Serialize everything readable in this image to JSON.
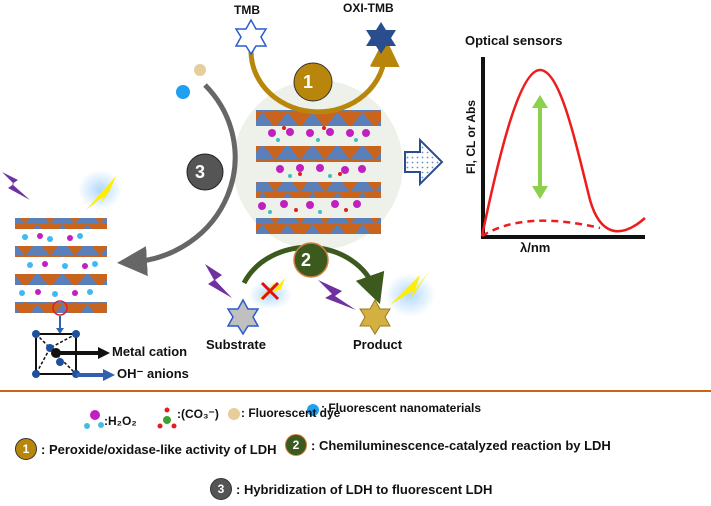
{
  "labels": {
    "tmb": "TMB",
    "oxi_tmb": "OXI-TMB",
    "optical_sensors": "Optical sensors",
    "y_axis": "Fl, CL or Abs",
    "x_axis": "λ/nm",
    "substrate": "Substrate",
    "product": "Product",
    "metal_cation": "Metal cation",
    "oh_anions": "OH⁻ anions"
  },
  "badges": {
    "one": "1",
    "two": "2",
    "three": "3"
  },
  "colors": {
    "gold": "#b8860b",
    "green": "#3c5a1e",
    "gray": "#555555",
    "red": "#ee1c1c",
    "lime": "#8bd14b",
    "divider": "#c8641e",
    "blue": "#3060b0"
  },
  "legend": {
    "h2o2": ":H₂O₂",
    "co3": ":(CO₃⁻)",
    "dye": ": Fluorescent dye",
    "nano": ": Fluorescent nanomaterials",
    "item1": ": Peroxide/oxidase-like activity of LDH",
    "item2": ": Chemiluminescence-catalyzed reaction by LDH",
    "item3": ": Hybridization of LDH to fluorescent LDH"
  }
}
